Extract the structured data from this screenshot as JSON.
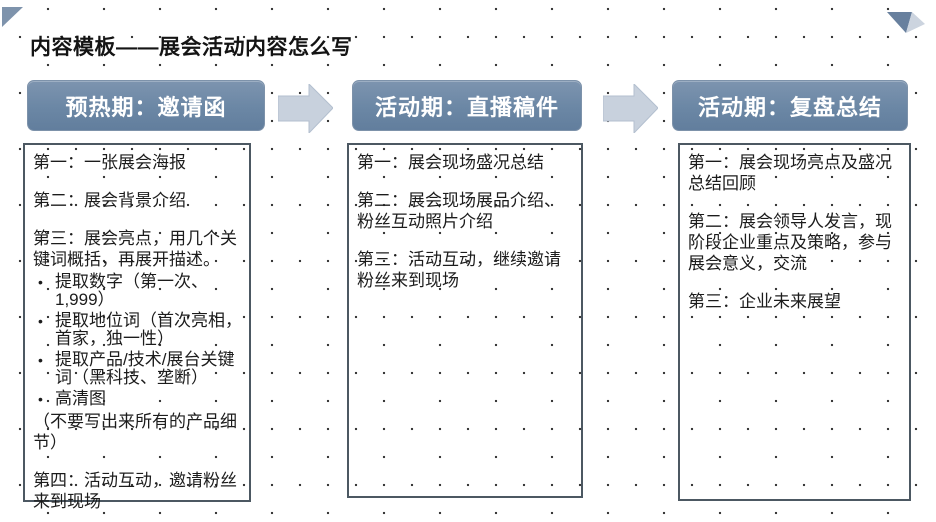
{
  "title": "内容模板——展会活动内容怎么写",
  "colors": {
    "header_bg": "#6b87a5",
    "header_text": "#ffffff",
    "arrow_fill": "#c8d1dd",
    "box_border": "#4c5862",
    "body_text": "#1c1c1c",
    "corner_dark": "#7e93ac",
    "corner_light": "#ccd4df",
    "background": "#ffffff",
    "dot_grid": "#262626"
  },
  "icons": {
    "corner_top_left": "triangle-accent",
    "corner_top_right": "folded-triangle-accent",
    "flow_arrow": "right-block-arrow"
  },
  "columns": [
    {
      "header": "预热期：邀请函",
      "items": [
        {
          "type": "para",
          "text": "第一：一张展会海报"
        },
        {
          "type": "para",
          "text": "第二：展会背景介绍"
        },
        {
          "type": "para-tight",
          "text": "第三：展会亮点，用几个关键词概括，再展开描述。"
        },
        {
          "type": "bullet",
          "text": "提取数字（第一次、1,999）"
        },
        {
          "type": "bullet",
          "text": "提取地位词（首次亮相，首家，独一性）"
        },
        {
          "type": "bullet",
          "text": "提取产品/技术/展台关键词（黑科技、垄断）"
        },
        {
          "type": "bullet",
          "text": "高清图"
        },
        {
          "type": "note",
          "text": "（不要写出来所有的产品细节）"
        },
        {
          "type": "para",
          "text": "第四：活动互动，邀请粉丝来到现场"
        }
      ]
    },
    {
      "header": "活动期：直播稿件",
      "items": [
        {
          "type": "para",
          "text": "第一：展会现场盛况总结"
        },
        {
          "type": "para",
          "text": "第二：展会现场展品介绍、粉丝互动照片介绍"
        },
        {
          "type": "para",
          "text": "第三：活动互动，继续邀请粉丝来到现场"
        }
      ]
    },
    {
      "header": "活动期：复盘总结",
      "items": [
        {
          "type": "para",
          "text": "第一：展会现场亮点及盛况总结回顾"
        },
        {
          "type": "para",
          "text": "第二：展会领导人发言，现阶段企业重点及策略，参与展会意义，交流"
        },
        {
          "type": "para",
          "text": "第三：企业未来展望"
        }
      ]
    }
  ],
  "bullet_glyph": "•"
}
